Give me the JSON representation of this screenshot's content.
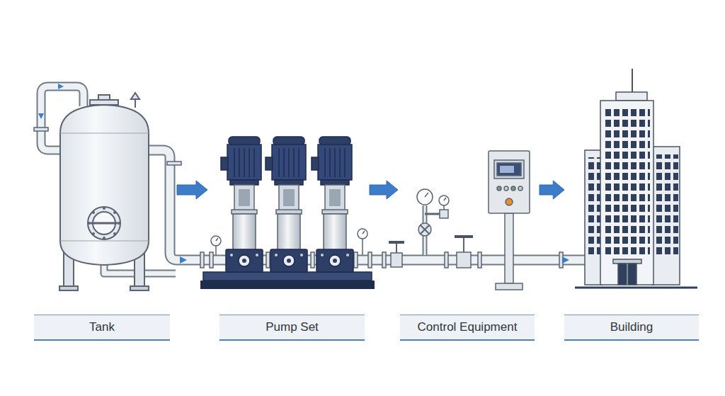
{
  "diagram": {
    "nodes": [
      {
        "text": [
          "Tank"
        ]
      },
      {
        "text": [
          "Pump Set"
        ]
      },
      {
        "text": [
          "Control Equipment"
        ]
      },
      {
        "text": [
          "Building"
        ]
      }
    ],
    "edges": [
      {
        "from": 0,
        "to": 1,
        "arrow": "to"
      },
      {
        "from": 1,
        "to": 2,
        "arrow": "to"
      },
      {
        "from": 2,
        "to": 3,
        "arrow": "to"
      }
    ]
  }
}
